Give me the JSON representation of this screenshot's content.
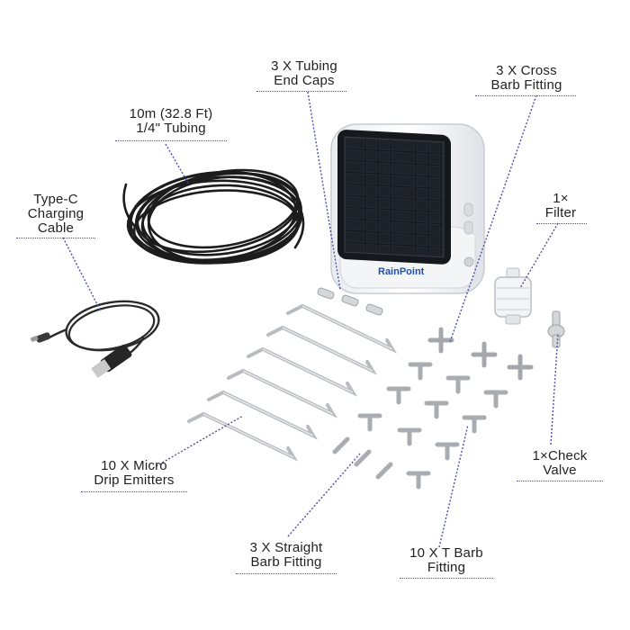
{
  "labels": {
    "end_caps": {
      "line1": "3 X Tubing",
      "line2": "End Caps"
    },
    "cross": {
      "line1": "3 X Cross",
      "line2": "Barb Fitting"
    },
    "tubing": {
      "line1": "10m (32.8 Ft)",
      "line2": "1/4\" Tubing"
    },
    "cable": {
      "line1": "Type-C",
      "line2": "Charging",
      "line3": "Cable"
    },
    "filter": {
      "line1": "1×",
      "line2": "Filter"
    },
    "emitters": {
      "line1": "10 X Micro",
      "line2": "Drip Emitters"
    },
    "check": {
      "line1": "1×Check",
      "line2": "Valve"
    },
    "straight": {
      "line1": "3 X Straight",
      "line2": "Barb Fitting"
    },
    "tbarb": {
      "line1": "10 X T Barb",
      "line2": "Fitting"
    }
  },
  "device": {
    "brand": "RainPoint"
  },
  "colors": {
    "leader": "#4a4fa8",
    "tubing": "#1c1c1c",
    "fitting": "#d4d6d8",
    "panel": "#15181d"
  }
}
